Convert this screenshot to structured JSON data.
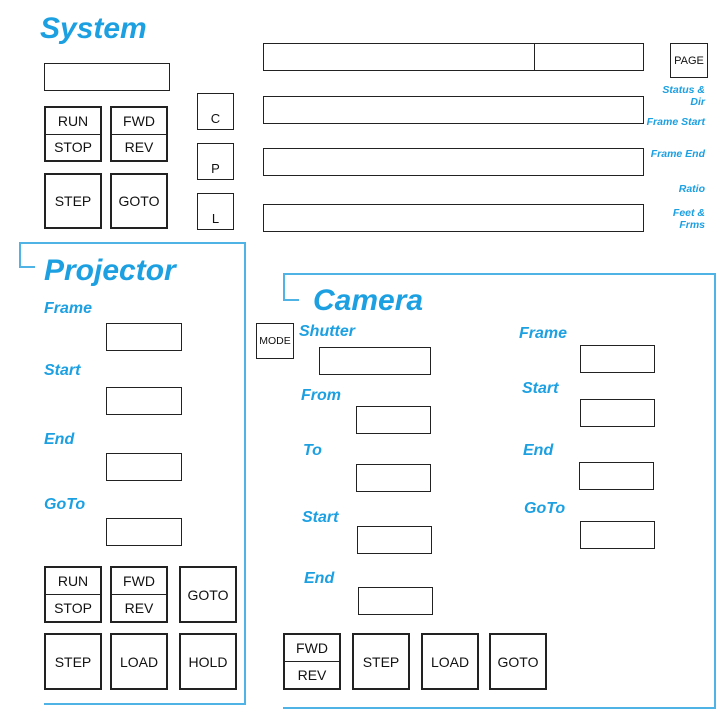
{
  "system": {
    "title": "System",
    "run_stop": {
      "top": "RUN",
      "bottom": "STOP"
    },
    "fwd_rev": {
      "top": "FWD",
      "bottom": "REV"
    },
    "step": "STEP",
    "goto": "GOTO",
    "keys": [
      "C",
      "P",
      "L"
    ],
    "page": "PAGE",
    "side_labels": [
      "Status & Dir",
      "Frame Start",
      "Frame End",
      "Ratio",
      "Feet & Frms"
    ]
  },
  "projector": {
    "title": "Projector",
    "labels": [
      "Frame",
      "Start",
      "End",
      "GoTo"
    ],
    "run_stop": {
      "top": "RUN",
      "bottom": "STOP"
    },
    "fwd_rev": {
      "top": "FWD",
      "bottom": "REV"
    },
    "goto": "GOTO",
    "step": "STEP",
    "load": "LOAD",
    "hold": "HOLD"
  },
  "camera": {
    "title": "Camera",
    "mode": "MODE",
    "shutter": "Shutter",
    "left_labels": [
      "From",
      "To",
      "Start",
      "End"
    ],
    "right_labels": [
      "Frame",
      "Start",
      "End",
      "GoTo"
    ],
    "fwd_rev": {
      "top": "FWD",
      "bottom": "REV"
    },
    "step": "STEP",
    "load": "LOAD",
    "goto": "GOTO"
  },
  "colors": {
    "accent": "#1ca0e2",
    "border": "#222222"
  }
}
